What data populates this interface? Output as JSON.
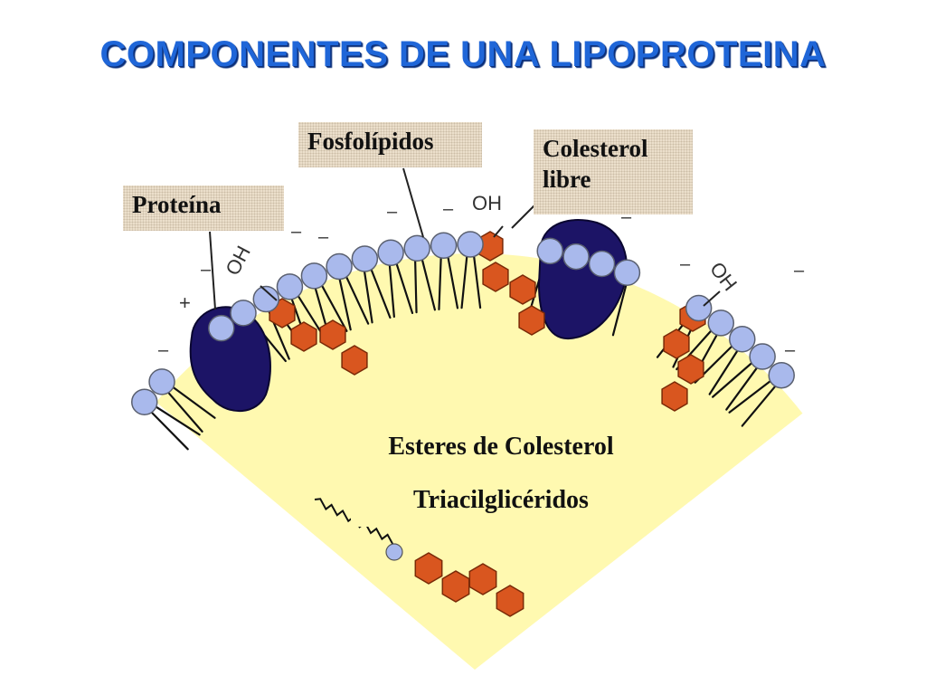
{
  "title": "COMPONENTES DE UNA LIPOPROTEINA",
  "labels": {
    "proteina": "Proteína",
    "fosfolipidos": "Fosfolípidos",
    "colesterol_line1": "Colesterol",
    "colesterol_line2": "libre"
  },
  "core": {
    "line1": "Esteres de Colesterol",
    "line2": "Triacilglicéridos"
  },
  "chem_labels": {
    "hydroxyl": "OH",
    "plus": "+",
    "minus": "–"
  },
  "colors": {
    "title": "#1f66d8",
    "core_fill": "#fff9b0",
    "phospholipid_head": "#a9b9ec",
    "protein": "#1c1466",
    "cholesterol_ring": "#d9561f",
    "label_bg": "#ece0cc"
  }
}
